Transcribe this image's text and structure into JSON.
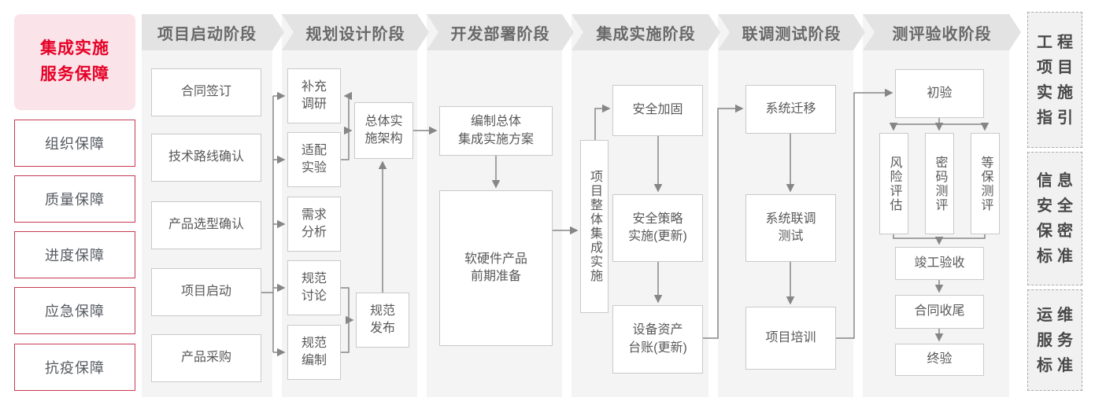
{
  "colors": {
    "accent_red": "#e60127",
    "pink_bg": "#fbe4e9",
    "red_border": "#c53a52",
    "band_bg": "#e3e3e3",
    "panel_bg": "#f4f4f4",
    "box_border": "#c9c9c9",
    "text_gray": "#595959",
    "connector_gray": "#868686"
  },
  "legend": {
    "title": "集成实施\n服务保障",
    "items": [
      {
        "label": "组织保障"
      },
      {
        "label": "质量保障"
      },
      {
        "label": "进度保障"
      },
      {
        "label": "应急保障"
      },
      {
        "label": "抗疫保障"
      }
    ]
  },
  "phases": [
    {
      "header": "项目启动阶段",
      "steps": [
        {
          "label": "合同签订"
        },
        {
          "label": "技术路线确认"
        },
        {
          "label": "产品选型确认"
        },
        {
          "label": "项目启动"
        },
        {
          "label": "产品采购"
        }
      ]
    },
    {
      "header": "规划设计阶段",
      "steps": [
        {
          "label": "补充\n调研"
        },
        {
          "label": "适配\n实验"
        },
        {
          "label": "需求\n分析"
        },
        {
          "label": "规范\n讨论"
        },
        {
          "label": "规范\n编制"
        },
        {
          "label": "总体实\n施架构"
        },
        {
          "label": "规范\n发布"
        }
      ]
    },
    {
      "header": "开发部署阶段",
      "steps": [
        {
          "label": "编制总体\n集成实施方案"
        },
        {
          "label": "软硬件产品\n前期准备"
        }
      ]
    },
    {
      "header": "集成实施阶段",
      "steps": [
        {
          "label": "项目整体集成实施",
          "vertical": true
        },
        {
          "label": "安全加固"
        },
        {
          "label": "安全策略\n实施(更新)"
        },
        {
          "label": "设备资产\n台账(更新)"
        }
      ]
    },
    {
      "header": "联调测试阶段",
      "steps": [
        {
          "label": "系统迁移"
        },
        {
          "label": "系统联调\n测试"
        },
        {
          "label": "项目培训"
        }
      ]
    },
    {
      "header": "测评验收阶段",
      "steps": [
        {
          "label": "初验"
        },
        {
          "label": "风险评估",
          "vertical": true
        },
        {
          "label": "密码测评",
          "vertical": true
        },
        {
          "label": "等保测评",
          "vertical": true
        },
        {
          "label": "竣工验收"
        },
        {
          "label": "合同收尾"
        },
        {
          "label": "终验"
        }
      ]
    }
  ],
  "references": [
    {
      "label": "工程\n项目\n实施\n指引"
    },
    {
      "label": "信息\n安全\n保密\n标准"
    },
    {
      "label": "运维\n服务\n标准"
    }
  ]
}
